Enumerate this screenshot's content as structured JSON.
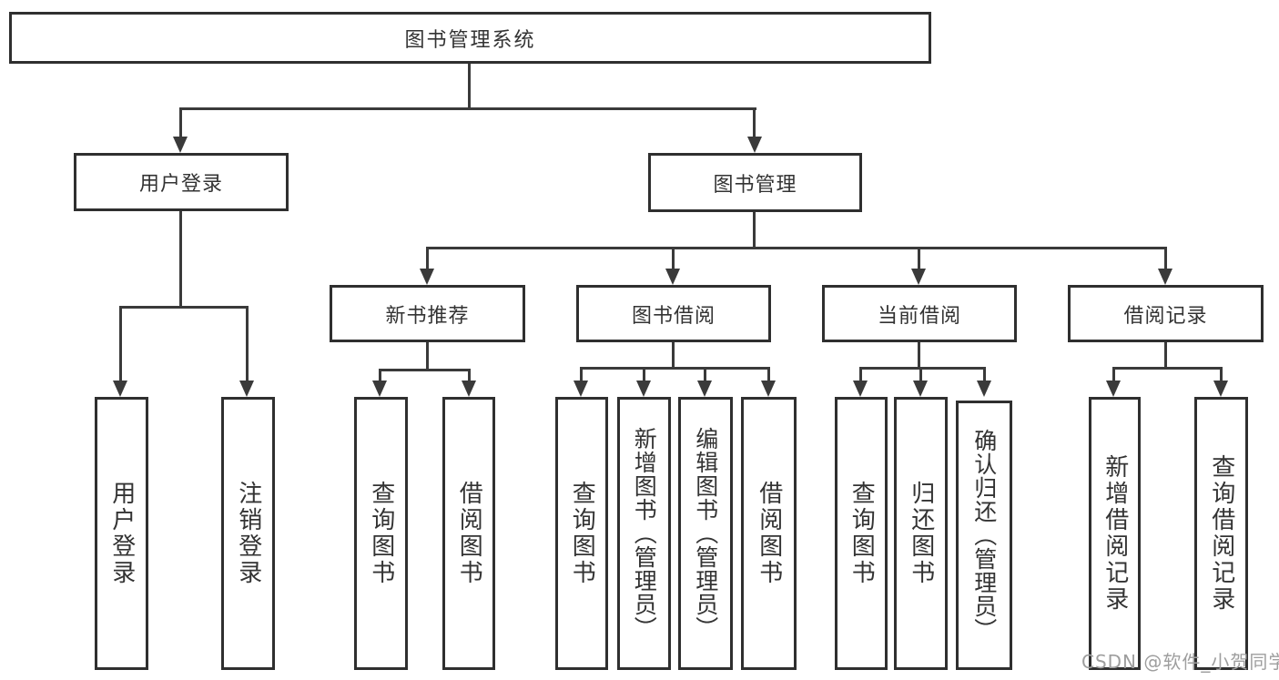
{
  "diagram": {
    "title": "图书管理系统",
    "root": {
      "label": "图书管理系统"
    },
    "level2": [
      {
        "label": "用户登录"
      },
      {
        "label": "图书管理"
      }
    ],
    "level3": [
      {
        "label": "新书推荐",
        "parent": "图书管理"
      },
      {
        "label": "图书借阅",
        "parent": "图书管理"
      },
      {
        "label": "当前借阅",
        "parent": "图书管理"
      },
      {
        "label": "借阅记录",
        "parent": "图书管理"
      }
    ],
    "leaves": [
      {
        "label": "用户登录",
        "parent": "用户登录"
      },
      {
        "label": "注销登录",
        "parent": "用户登录"
      },
      {
        "label": "查询图书",
        "parent": "新书推荐"
      },
      {
        "label": "借阅图书",
        "parent": "新书推荐"
      },
      {
        "label": "查询图书",
        "parent": "图书借阅"
      },
      {
        "label": "新增图书（管理员）",
        "parent": "图书借阅"
      },
      {
        "label": "编辑图书（管理员）",
        "parent": "图书借阅"
      },
      {
        "label": "借阅图书",
        "parent": "图书借阅"
      },
      {
        "label": "查询图书",
        "parent": "当前借阅"
      },
      {
        "label": "归还图书",
        "parent": "当前借阅"
      },
      {
        "label": "确认归还（管理员）",
        "parent": "当前借阅"
      },
      {
        "label": "新增借阅记录",
        "parent": "借阅记录"
      },
      {
        "label": "查询借阅记录",
        "parent": "借阅记录"
      }
    ]
  },
  "watermark": {
    "text": "CSDN @软件_小贺同学",
    "color": "#9e9e9e"
  },
  "colors": {
    "box_border": "#2f2f2f",
    "line": "#3a3a3a",
    "text": "#333333",
    "background": "#ffffff"
  }
}
